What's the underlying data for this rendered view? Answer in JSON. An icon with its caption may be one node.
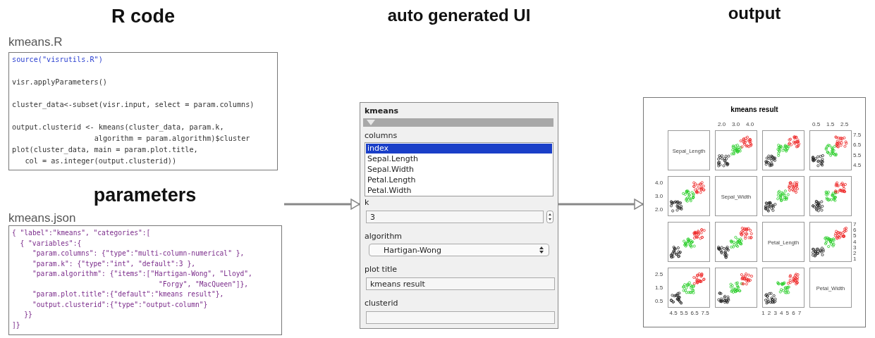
{
  "diagram": {
    "nodes": [
      {
        "text": [
          "R code",
          "kmeans.R",
          "source(\"visrutils.R\")",
          "visr.applyParameters()",
          "cluster_data<-subset(visr.input, select = param.columns)",
          "output.clusterid <- kmeans(cluster_data, param.k,",
          "algorithm = param.algorithm)$cluster",
          "plot(cluster_data, main = param.plot.title,",
          "col = as.integer(output.clusterid))"
        ]
      },
      {
        "text": [
          "parameters",
          "kmeans.json",
          "{ \"label\":\"kmeans\", \"categories\":[",
          "{ \"variables\":{",
          "\"param.columns\": {\"type\":\"multi-column-numerical\" },",
          "\"param.k\": {\"type\":\"int\", \"default\":3 },",
          "\"param.algorithm\": {\"items\":[\"Hartigan-Wong\", \"Lloyd\",",
          "\"Forgy\", \"MacQueen\"]},",
          "\"param.plot.title\":{\"default\":\"kmeans result\"},",
          "\"output.clusterid\":{\"type\":\"output-column\"}",
          "}}",
          "]}"
        ]
      },
      {
        "text": [
          "auto generated UI",
          "kmeans",
          "columns",
          "index",
          "Sepal.Length",
          "Sepal.Width",
          "Petal.Length",
          "Petal.Width",
          "k",
          "3",
          "algorithm",
          "Hartigan-Wong",
          "plot title",
          "kmeans result",
          "clusterid"
        ]
      },
      {
        "text": [
          "output",
          "kmeans result",
          "Sepal_Length",
          "Sepal_Width",
          "Petal_Length",
          "Petal_Width"
        ]
      }
    ],
    "edges": [
      {
        "from": 1,
        "to": 2,
        "arrow": "to"
      },
      {
        "from": 2,
        "to": 3,
        "arrow": "to"
      }
    ],
    "labels": [
      "2.0",
      "3.0",
      "4.0",
      "0.5",
      "1.5",
      "2.5",
      "4.5",
      "5.5",
      "6.5",
      "7.5",
      "2.0",
      "3.0",
      "4.0",
      "1",
      "2",
      "3",
      "4",
      "5",
      "6",
      "7",
      "0.5",
      "1.5",
      "2.5",
      "4.5",
      "5.5",
      "6.5",
      "7.5",
      "1",
      "2",
      "3",
      "4",
      "5",
      "6",
      "7"
    ]
  }
}
